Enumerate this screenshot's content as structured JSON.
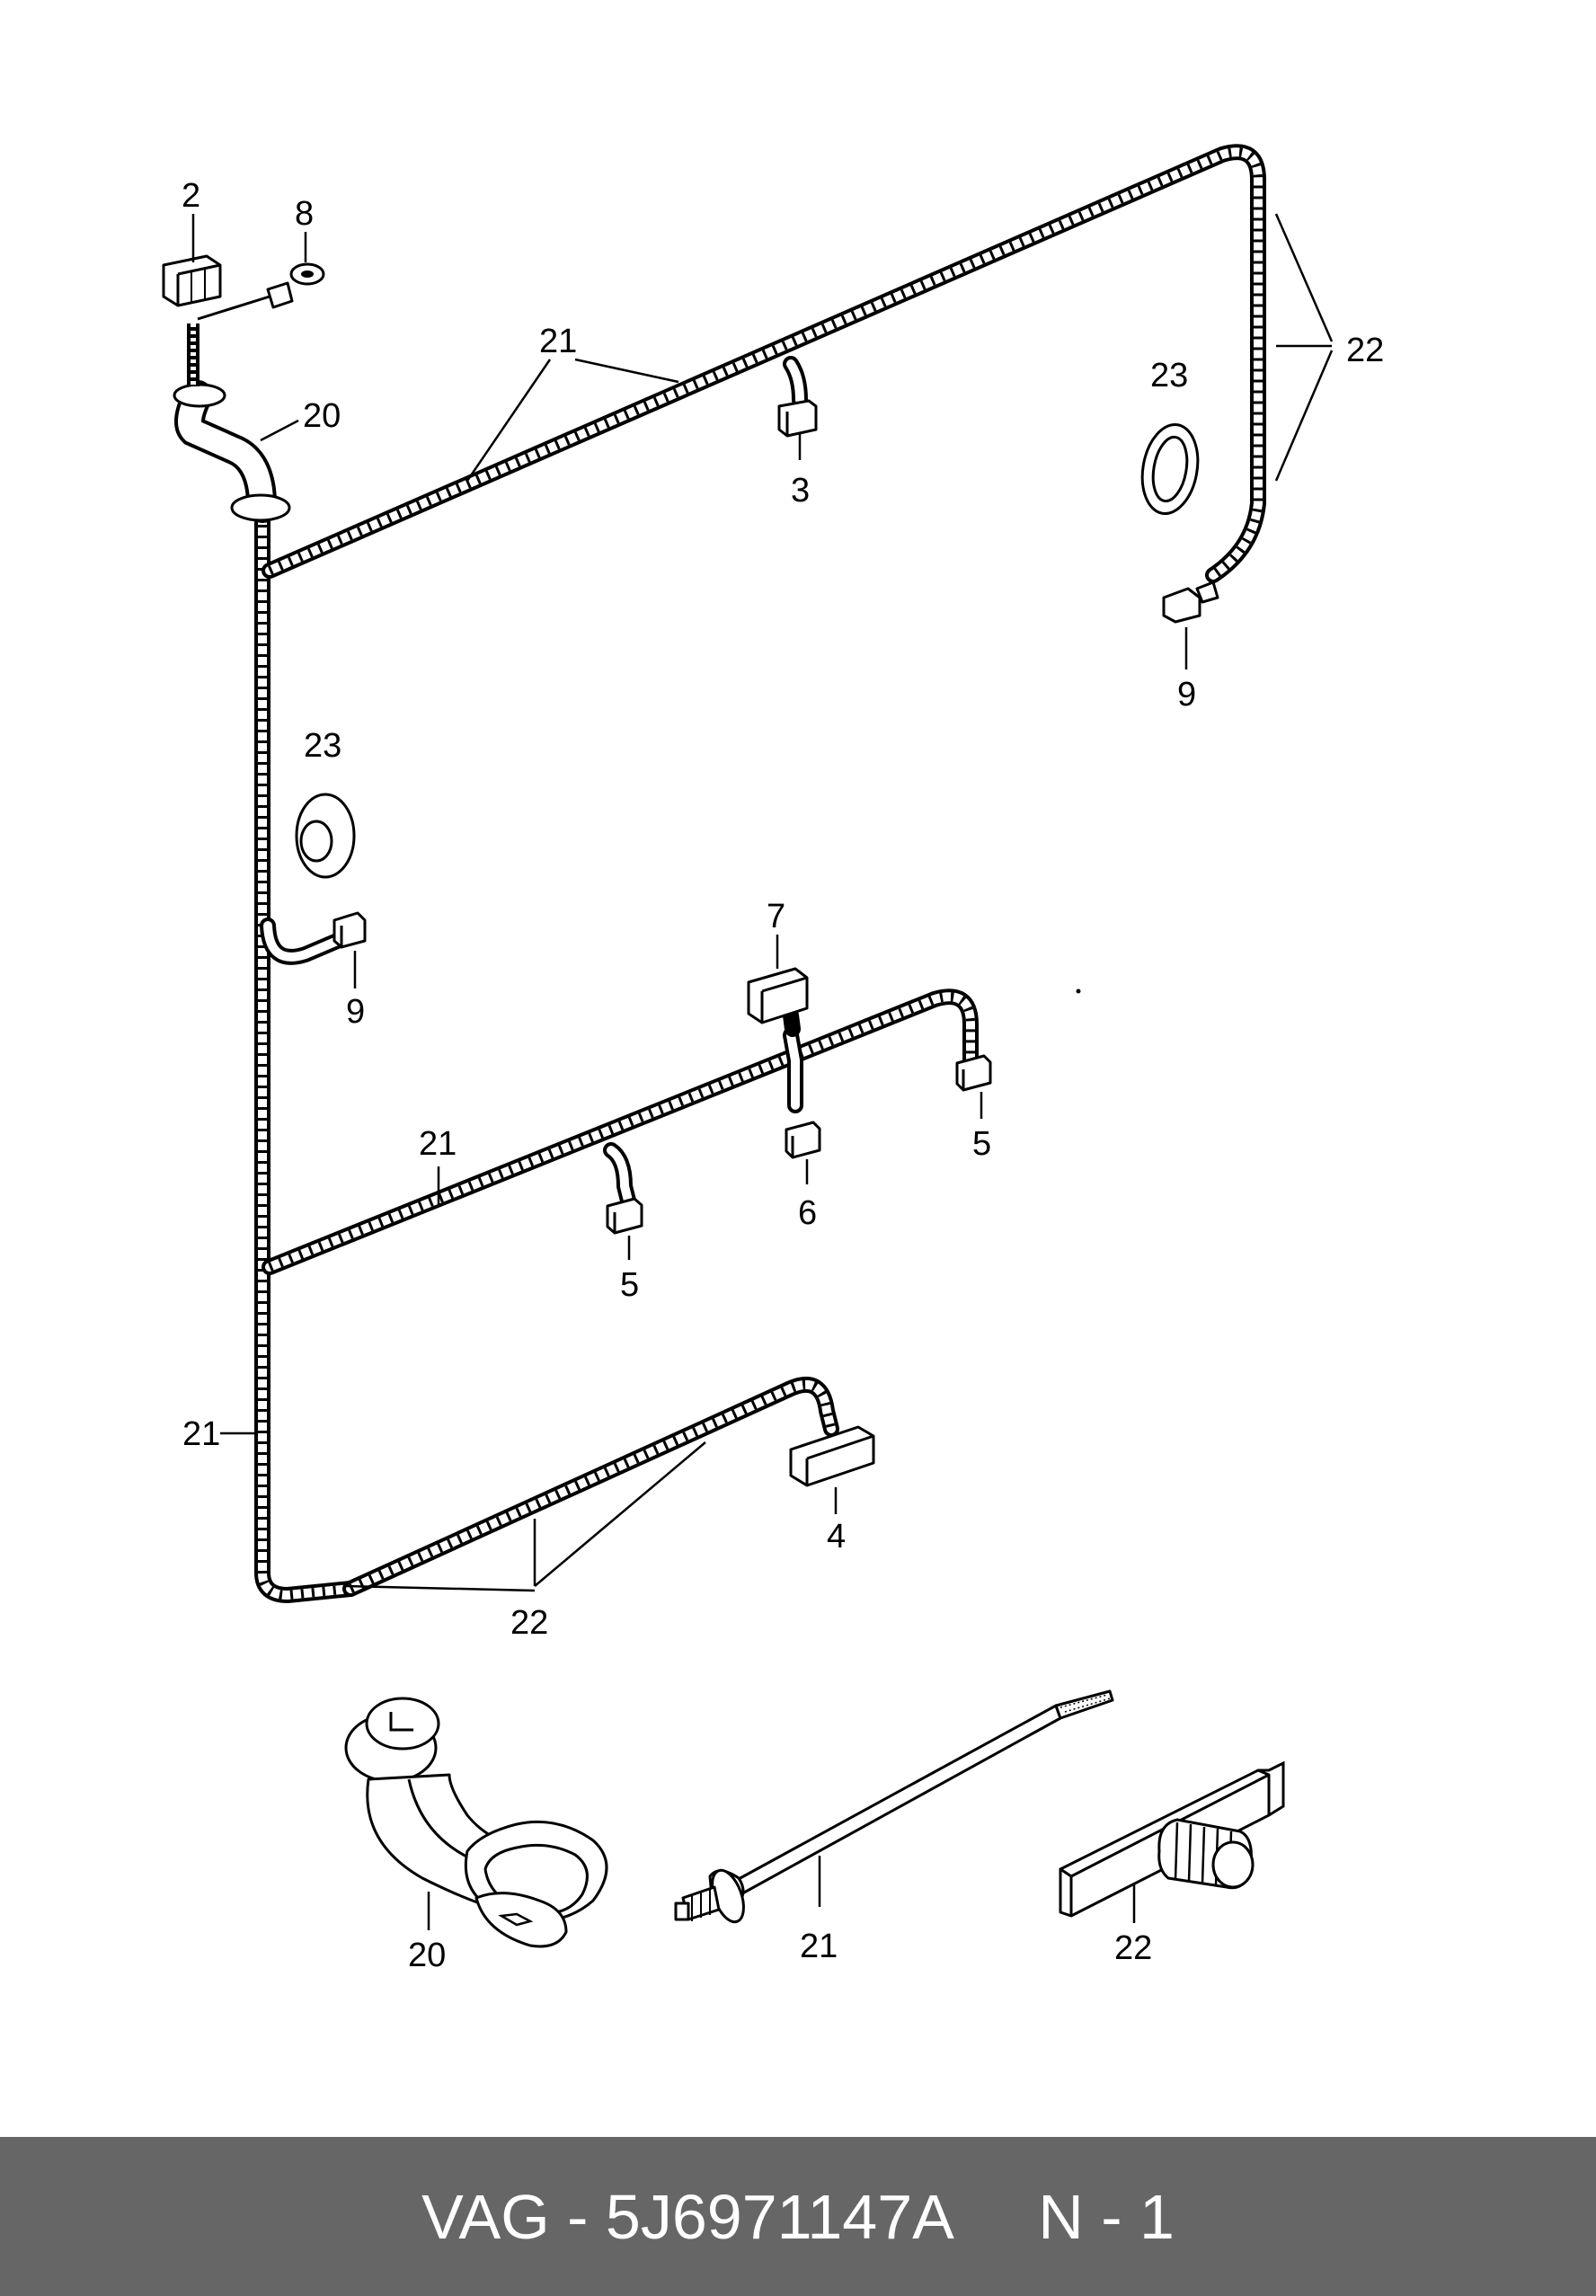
{
  "callouts": {
    "c2": "2",
    "c8": "8",
    "c20_top": "20",
    "c21_top": "21",
    "c3": "3",
    "c23_right": "23",
    "c22_right": "22",
    "c9_right": "9",
    "c23_left": "23",
    "c9_left": "9",
    "c7": "7",
    "c21_mid": "21",
    "c5_right": "5",
    "c6": "6",
    "c5_left": "5",
    "c21_side": "21",
    "c4": "4",
    "c22_bottom": "22",
    "c20_detail": "20",
    "c21_detail": "21",
    "c22_detail": "22"
  },
  "footer": {
    "text": "VAG - 5J6971147A     N - 1"
  }
}
